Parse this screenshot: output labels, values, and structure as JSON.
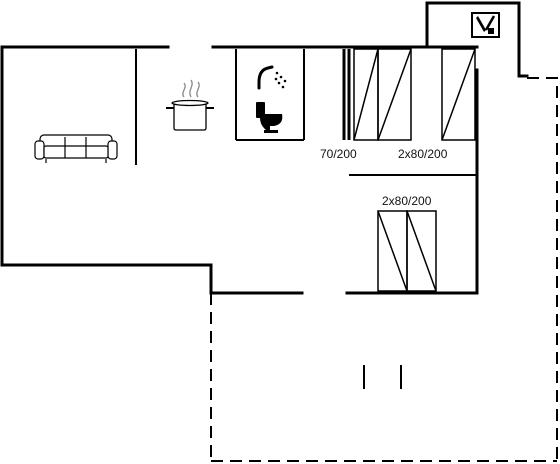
{
  "floor_plan": {
    "labels": {
      "bedroom_single_bed": "70/200",
      "bedroom_double_bed": "2x80/200",
      "alcove_beds": "2x80/200"
    },
    "icons": [
      "sofa-icon",
      "cooking-pot-icon",
      "shower-icon",
      "toilet-icon",
      "utility-tools-icon"
    ],
    "colors": {
      "wall": "#000000",
      "background": "#ffffff"
    }
  }
}
